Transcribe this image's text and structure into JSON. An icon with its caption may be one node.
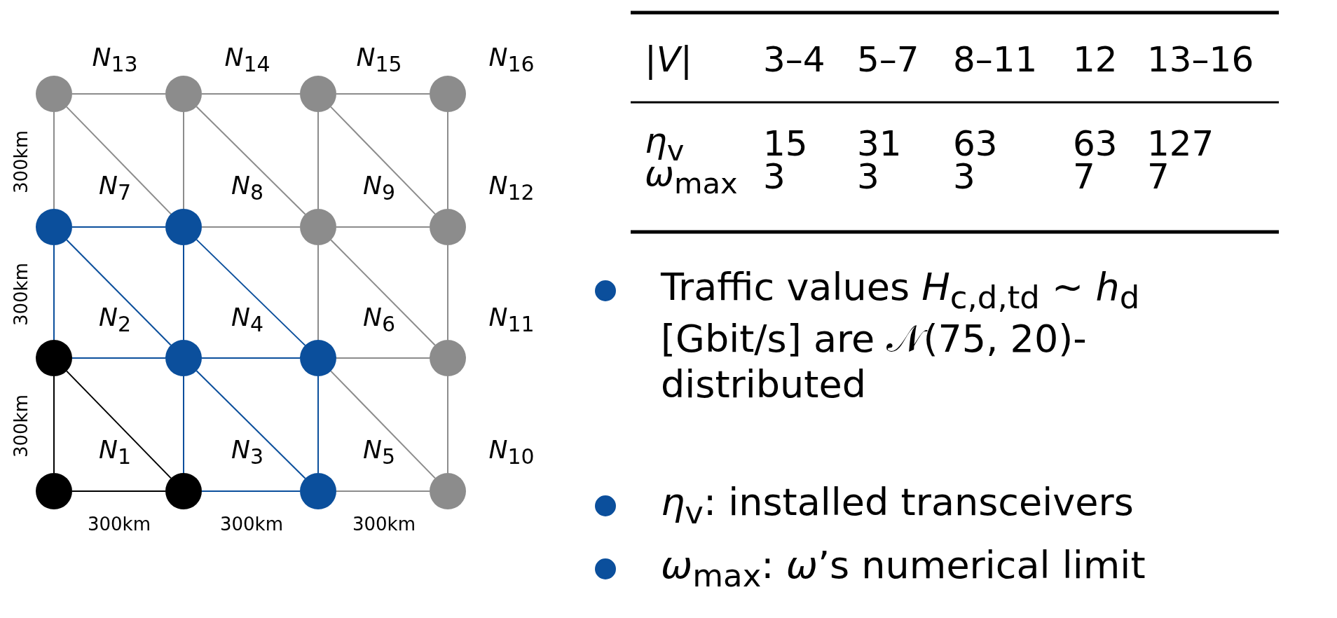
{
  "diagram": {
    "nodes": [
      {
        "text": [],
        "shape": "circle"
      },
      {
        "text": [],
        "shape": "circle"
      },
      {
        "text": [],
        "shape": "circle"
      },
      {
        "text": [],
        "shape": "circle"
      },
      {
        "text": [],
        "shape": "circle"
      },
      {
        "text": [],
        "shape": "circle"
      },
      {
        "text": [],
        "shape": "circle"
      },
      {
        "text": [],
        "shape": "circle"
      },
      {
        "text": [],
        "shape": "circle"
      },
      {
        "text": [],
        "shape": "circle"
      },
      {
        "text": [],
        "shape": "circle"
      },
      {
        "text": [],
        "shape": "circle"
      },
      {
        "text": [],
        "shape": "circle"
      },
      {
        "text": [],
        "shape": "circle"
      },
      {
        "text": [],
        "shape": "circle"
      },
      {
        "text": [],
        "shape": "circle"
      }
    ],
    "edges": [
      {
        "from": 0,
        "to": 1,
        "arrow": "none"
      },
      {
        "from": 1,
        "to": 2,
        "arrow": "none"
      },
      {
        "from": 2,
        "to": 3,
        "arrow": "none"
      },
      {
        "from": 4,
        "to": 5,
        "arrow": "none",
        "color": "#0b4f9c"
      },
      {
        "from": 5,
        "to": 6,
        "arrow": "none"
      },
      {
        "from": 6,
        "to": 7,
        "arrow": "none"
      },
      {
        "from": 8,
        "to": 9,
        "arrow": "none",
        "color": "#0b4f9c"
      },
      {
        "from": 9,
        "to": 10,
        "arrow": "none",
        "color": "#0b4f9c"
      },
      {
        "from": 10,
        "to": 11,
        "arrow": "none"
      },
      {
        "from": 12,
        "to": 13,
        "arrow": "none",
        "color": "#000000"
      },
      {
        "from": 13,
        "to": 14,
        "arrow": "none",
        "color": "#0b4f9c"
      },
      {
        "from": 14,
        "to": 15,
        "arrow": "none"
      },
      {
        "from": 0,
        "to": 4,
        "arrow": "none"
      },
      {
        "from": 4,
        "to": 8,
        "arrow": "none",
        "color": "#0b4f9c"
      },
      {
        "from": 8,
        "to": 12,
        "arrow": "none",
        "color": "#000000"
      },
      {
        "from": 1,
        "to": 5,
        "arrow": "none"
      },
      {
        "from": 5,
        "to": 9,
        "arrow": "none",
        "color": "#0b4f9c"
      },
      {
        "from": 9,
        "to": 13,
        "arrow": "none",
        "color": "#0b4f9c"
      },
      {
        "from": 2,
        "to": 6,
        "arrow": "none"
      },
      {
        "from": 6,
        "to": 10,
        "arrow": "none"
      },
      {
        "from": 10,
        "to": 14,
        "arrow": "none",
        "color": "#0b4f9c"
      },
      {
        "from": 3,
        "to": 7,
        "arrow": "none"
      },
      {
        "from": 7,
        "to": 11,
        "arrow": "none"
      },
      {
        "from": 11,
        "to": 15,
        "arrow": "none"
      },
      {
        "from": 0,
        "to": 5,
        "arrow": "none"
      },
      {
        "from": 1,
        "to": 6,
        "arrow": "none"
      },
      {
        "from": 2,
        "to": 7,
        "arrow": "none"
      },
      {
        "from": 4,
        "to": 9,
        "arrow": "none",
        "color": "#0b4f9c"
      },
      {
        "from": 5,
        "to": 10,
        "arrow": "none",
        "color": "#0b4f9c"
      },
      {
        "from": 6,
        "to": 11,
        "arrow": "none"
      },
      {
        "from": 8,
        "to": 13,
        "arrow": "none",
        "color": "#000000"
      },
      {
        "from": 9,
        "to": 14,
        "arrow": "none",
        "color": "#0b4f9c"
      },
      {
        "from": 10,
        "to": 15,
        "arrow": "none"
      }
    ],
    "labels": [
      "*N*$_{13}$",
      "*N*$_{14}$",
      "*N*$_{15}$",
      "*N*$_{16}$",
      "*N*$_{7}$",
      "*N*$_{8}$",
      "*N*$_{9}$",
      "*N*$_{12}$",
      "*N*$_{2}$",
      "*N*$_{4}$",
      "*N*$_{6}$",
      "*N*$_{11}$",
      "*N*$_{1}$",
      "*N*$_{3}$",
      "*N*$_{5}$",
      "*N*$_{10}$",
      "300km",
      "300km",
      "300km",
      "300km",
      "300km",
      "300km",
      "|*V*|",
      "3–4",
      "5–7",
      "8–11",
      "12",
      "13–16",
      "*η*$_{v}$",
      "15",
      "31",
      "63",
      "63",
      "127",
      "*ω*$_{max}$",
      "3",
      "3",
      "3",
      "7",
      "7",
      "Traffic values *H*$_{c,d,td}$ ∼ *h*$_{d}$ [Gbit/s] are 𝒩(75, 20)-distributed",
      "*η*$_{v}$: installed transceivers",
      "*ω*$_{max}$: *ω*’s numerical limit"
    ]
  }
}
